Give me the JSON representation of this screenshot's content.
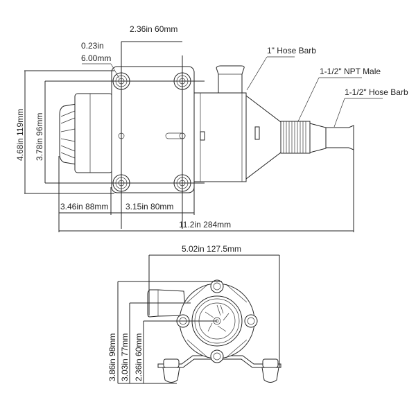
{
  "top_view": {
    "dim_hole_spacing": "2.36in 60mm",
    "dim_hole_dia_in": "0.23in",
    "dim_hole_dia_mm": "6.00mm",
    "dim_height_outer": "4.68in 119mm",
    "dim_height_holes": "3.78in 96mm",
    "dim_motor_length": "3.46in 88mm",
    "dim_plate_width": "3.15in 80mm",
    "dim_total_length": "11.2in 284mm",
    "label_inlet": "1\" Hose Barb",
    "label_npt": "1-1/2\" NPT Male",
    "label_outlet": "1-1/2\" Hose Barb"
  },
  "front_view": {
    "dim_width": "5.02in 127.5mm",
    "dim_height_total": "3.86in 98mm",
    "dim_height_inlet": "3.03in 77mm",
    "dim_height_center": "2.36in 60mm"
  }
}
